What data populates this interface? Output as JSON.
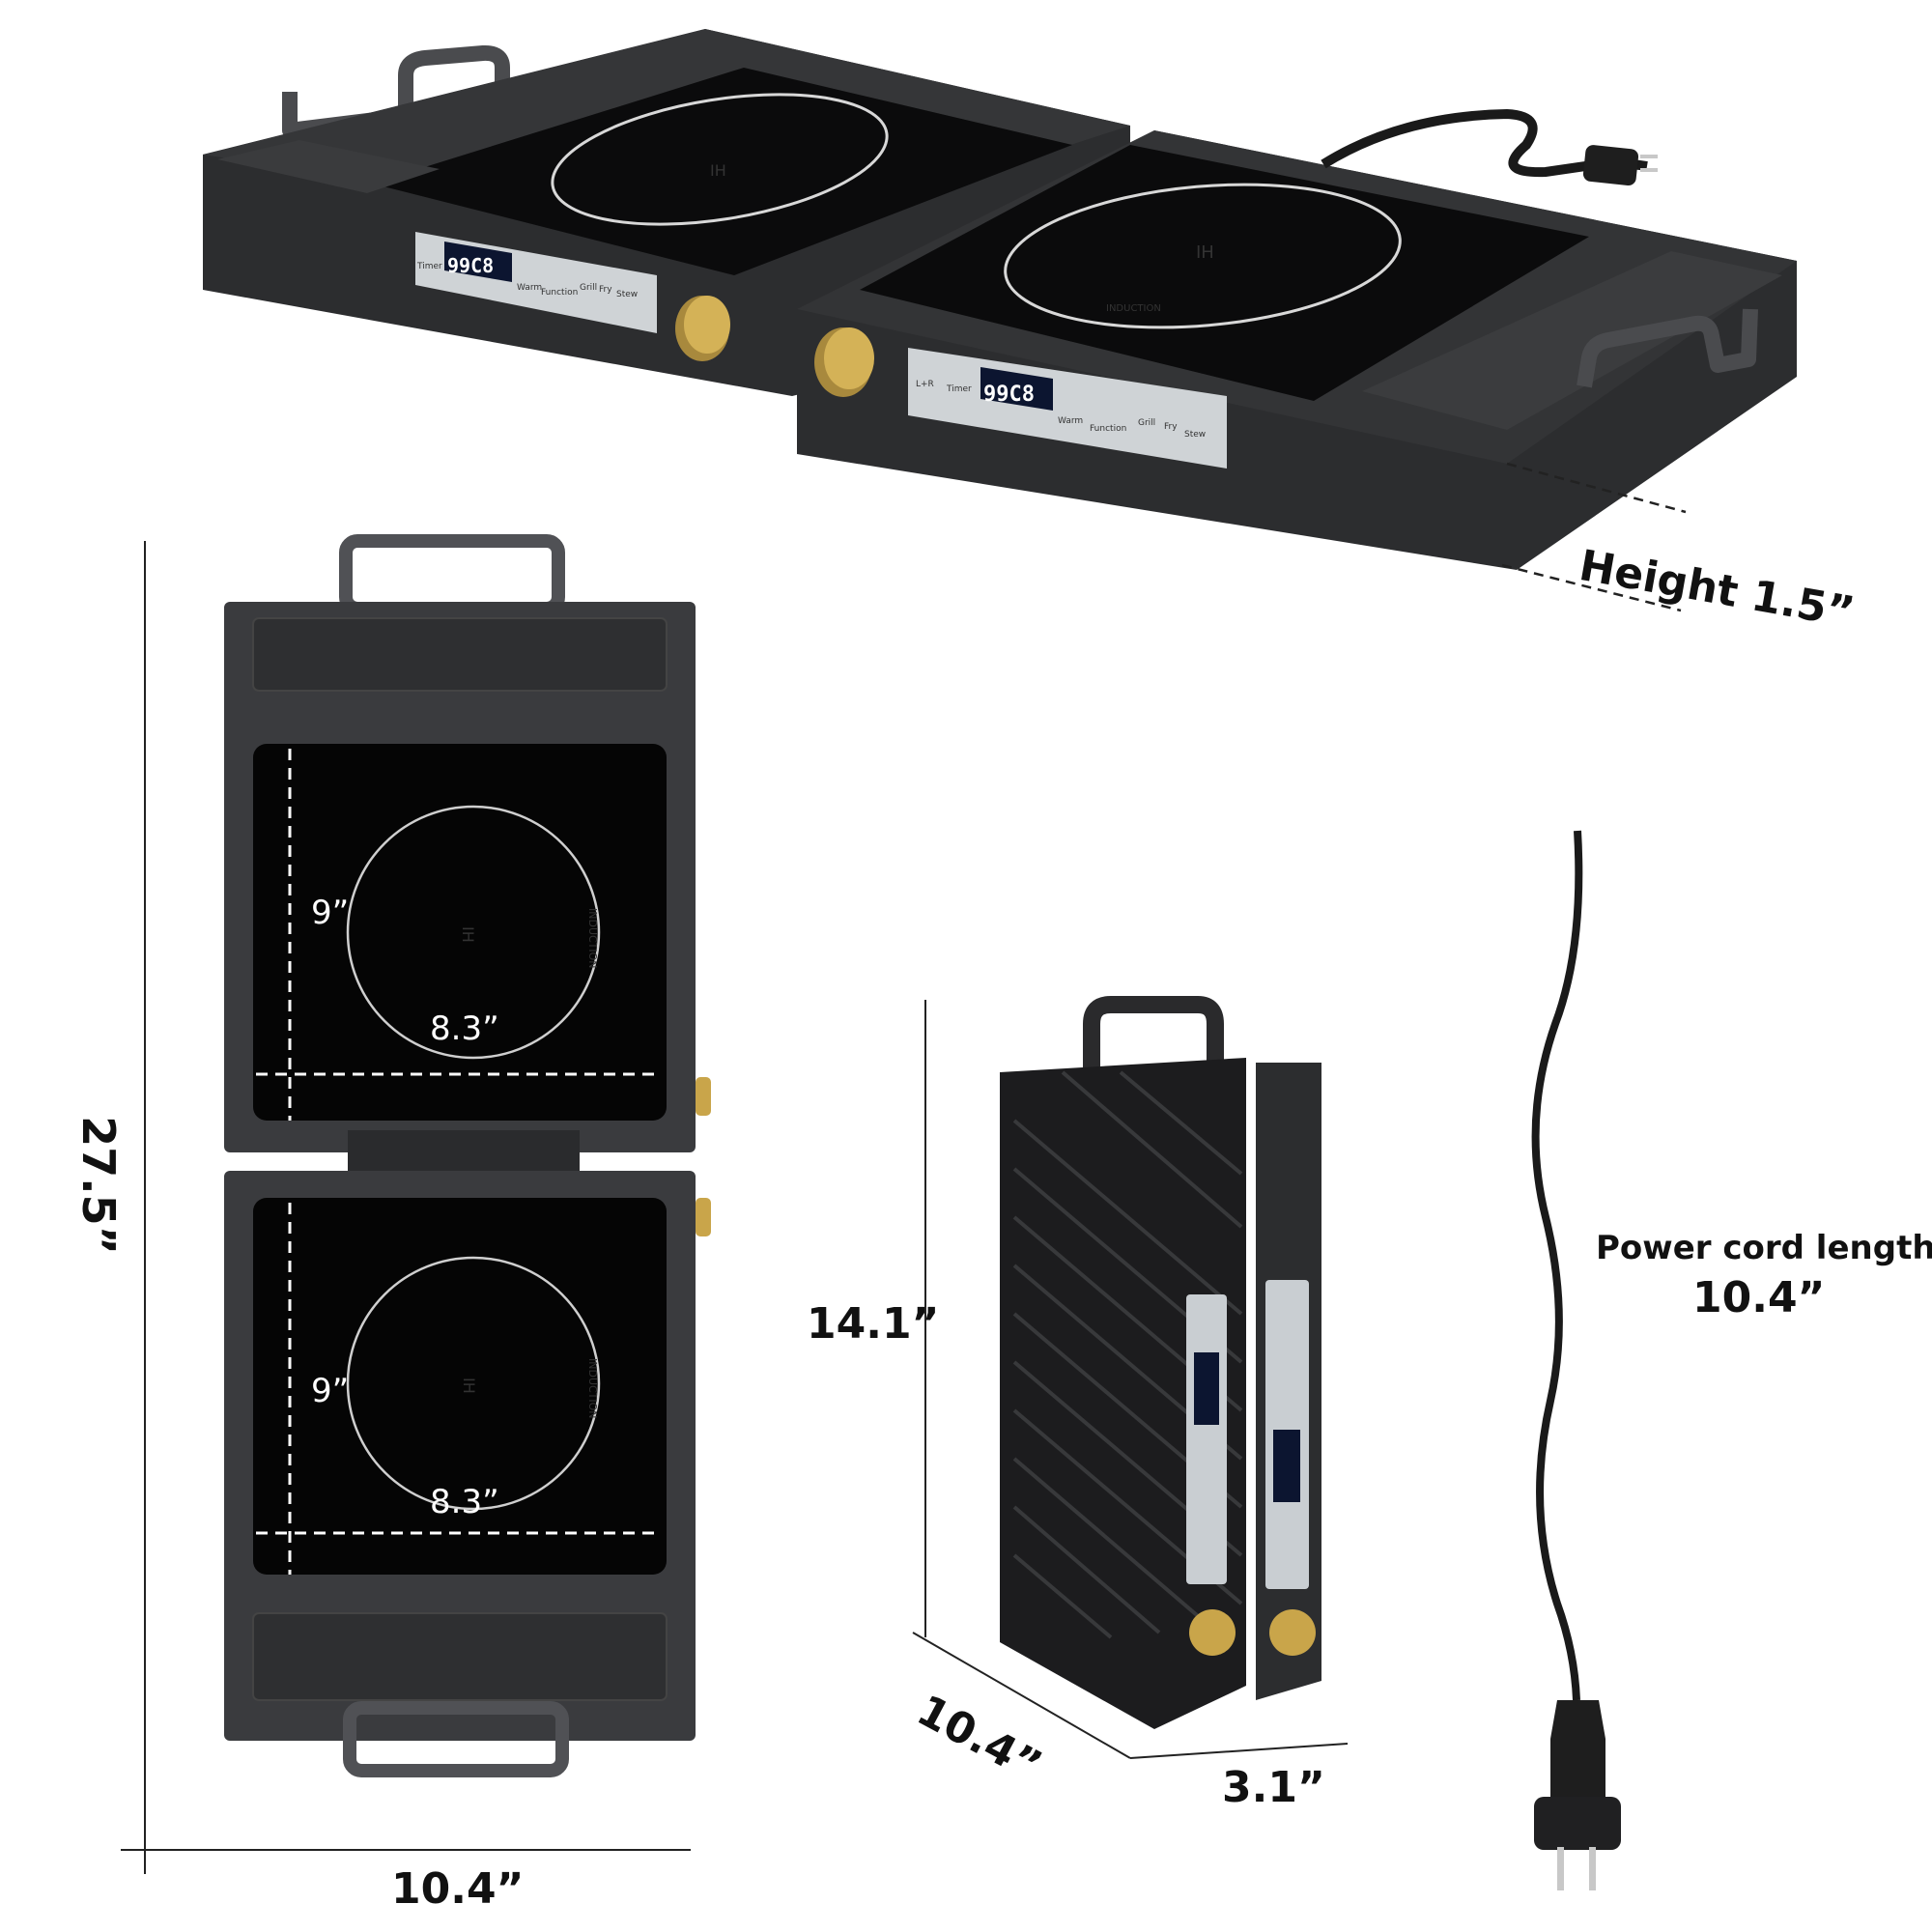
{
  "dimensions": {
    "height": "Height 1.5”",
    "length": "27.5”",
    "width_bottom": "10.4”",
    "burner1_height": "9”",
    "burner1_diameter": "8.3”",
    "burner2_height": "9”",
    "burner2_diameter": "8.3”",
    "folded_height": "14.1”",
    "folded_depth": "10.4”",
    "folded_width": "3.1”"
  },
  "cord": {
    "label": "Power cord length",
    "value": "10.4”"
  },
  "panel": {
    "display": "99C8",
    "timer": "Timer",
    "warm": "Warm",
    "function": "Function",
    "grill": "Grill",
    "fry": "Fry",
    "stew": "Stew",
    "lr": "L+R",
    "ih": "IH",
    "induction": "INDUCTION"
  },
  "colors": {
    "body": "#2b2c2e",
    "glass": "#0a0a0a",
    "knob": "#c9a54a",
    "panel": "#cfd3d6"
  }
}
